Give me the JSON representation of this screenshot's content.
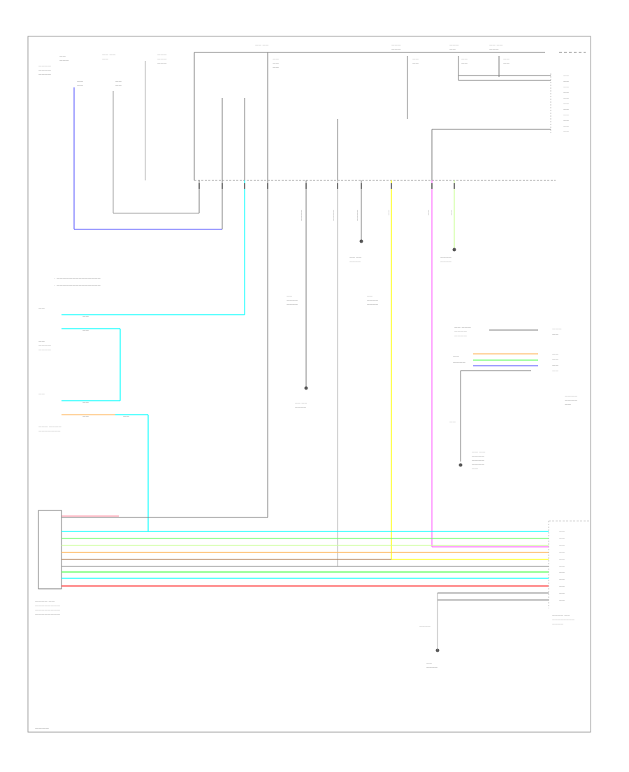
{
  "diagram": {
    "colors": {
      "frame": "#888888",
      "black": "#555555",
      "light_blue": "#00ffff",
      "blue": "#6666ff",
      "yellow": "#ffff33",
      "pink": "#ff66ff",
      "orange": "#ffbb66",
      "green": "#66ff66",
      "red": "#ff4d4d",
      "light_green": "#ccff99",
      "brown": "#b0805a"
    },
    "page_code": "————",
    "top_fuse_labels": [
      "—— ——\n—————",
      "—— ——\n—————",
      "—————\n————",
      "—————\n———",
      "—————\n———",
      "—— ——\n———"
    ],
    "legend_lines": [
      "· ——————————————",
      "· ——————————————"
    ],
    "components": {
      "left_module": "—————\n——————\n——————\n—————",
      "right_module": "——————\n——————\n—————",
      "right_sensor": "————\n—————\n————",
      "ground_bottom": "——\n—————"
    }
  }
}
